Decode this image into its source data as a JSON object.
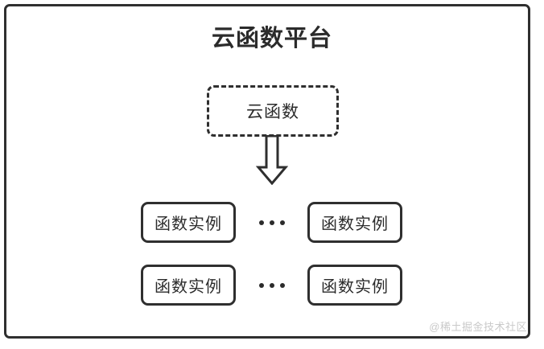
{
  "diagram": {
    "title": "云函数平台",
    "cloud_function": {
      "label": "云函数",
      "style": "dashed-box"
    },
    "arrow": {
      "icon": "down-block-arrow",
      "direction": "down"
    },
    "instance_rows": [
      {
        "left_label": "函数实例",
        "separator": "•••",
        "right_label": "函数实例"
      },
      {
        "left_label": "函数实例",
        "separator": "•••",
        "right_label": "函数实例"
      }
    ],
    "watermark": "@稀土掘金技术社区",
    "colors": {
      "stroke": "#2f2f2f",
      "text": "#2b2b2b",
      "background": "#ffffff",
      "watermark": "#c9c9c9"
    }
  }
}
